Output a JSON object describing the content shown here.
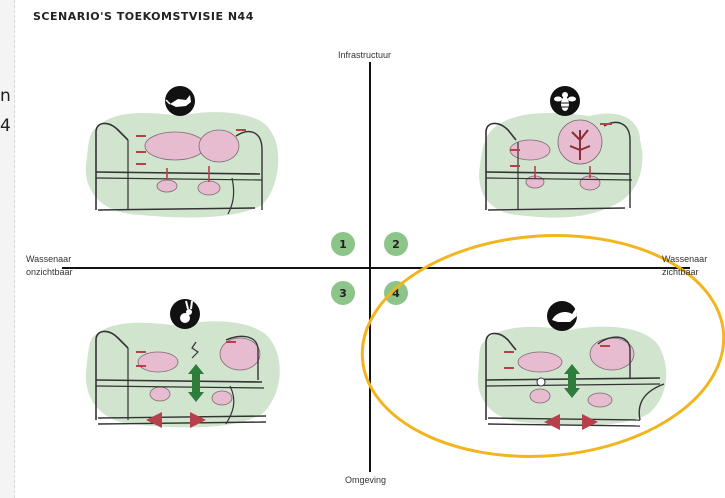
{
  "title": "SCENARIO'S TOEKOMSTVISIE N44",
  "edge_text": [
    "n",
    "4"
  ],
  "axes": {
    "top": "Infrastructuur",
    "bottom": "Omgeving",
    "left_line1": "Wassenaar",
    "left_line2": "onzichtbaar",
    "right_line1": "Wassenaar",
    "right_line2": "zichtbaar"
  },
  "quadrants": [
    {
      "number": "1",
      "animal": "fox-icon"
    },
    {
      "number": "2",
      "animal": "bee-icon"
    },
    {
      "number": "3",
      "animal": "rabbit-icon"
    },
    {
      "number": "4",
      "animal": "pheasant-icon"
    }
  ],
  "colors": {
    "green_blob": "#c8dfc6",
    "pink_blob": "#e8bcd0",
    "badge_green": "#8cc48a",
    "arrow_red": "#b8404a",
    "highlight": "#f3b51d",
    "dark_green": "#2f7d3a"
  }
}
